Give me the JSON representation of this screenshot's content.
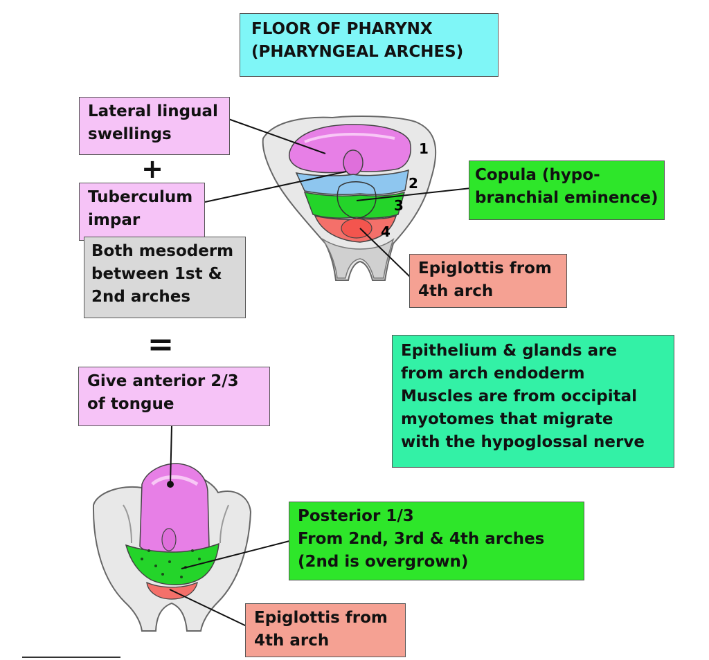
{
  "title": {
    "text": "FLOOR OF PHARYNX\n(PHARYNGEAL ARCHES)"
  },
  "labels": {
    "lateral_lingual": "Lateral lingual\nswellings",
    "plus": "+",
    "tuberculum": "Tuberculum\nimpar",
    "both_mesoderm": "Both mesoderm\nbetween 1st &\n2nd arches",
    "equals": "=",
    "give_anterior": "Give anterior 2/3\nof tongue",
    "copula": "Copula (hypo-\nbranchial eminence)",
    "epiglottis_top": "Epiglottis from\n4th arch",
    "epithelium": "Epithelium & glands are\nfrom arch endoderm\nMuscles are from occipital\nmyotomes that migrate\nwith the hypoglossal nerve",
    "posterior": "Posterior 1/3\nFrom 2nd, 3rd & 4th arches\n(2nd is overgrown)",
    "epiglottis_bottom": "Epiglottis from\n4th arch"
  },
  "arch_numbers": [
    "1",
    "2",
    "3",
    "4"
  ],
  "colors": {
    "title_bg": "#7ff6f7",
    "pink_box": "#f6c3f7",
    "gray_box": "#d9d9d9",
    "green_box": "#2ee62a",
    "salmon_box": "#f5a193",
    "teal_box": "#33f1a6",
    "arch1": "#e77fe6",
    "arch2": "#8ec6ef",
    "arch3": "#24d42a",
    "arch4": "#f4706a"
  }
}
